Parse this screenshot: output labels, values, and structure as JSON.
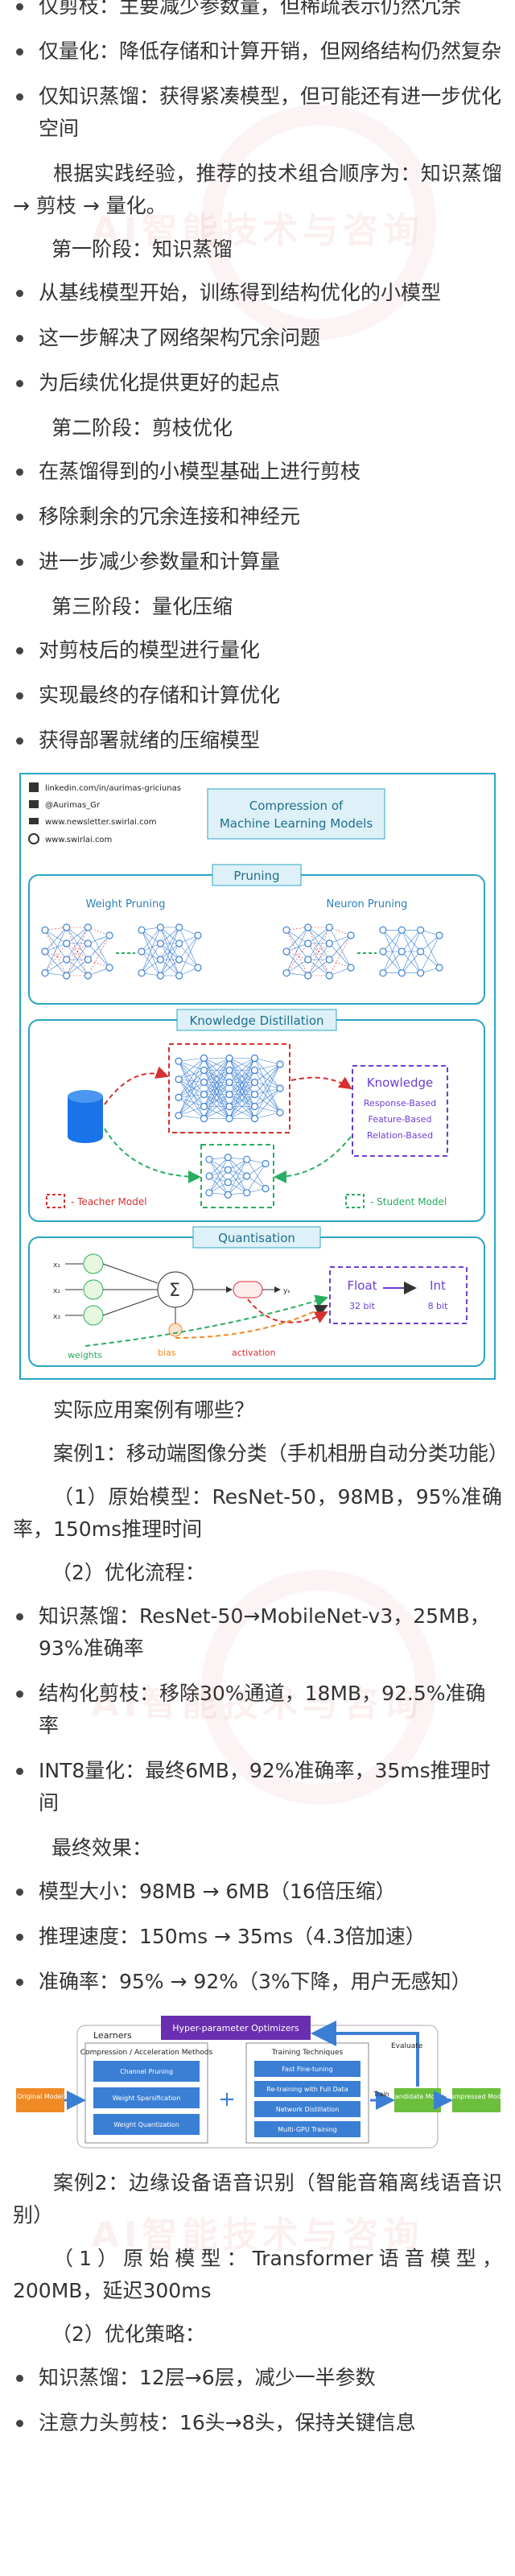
{
  "top_bullets": [
    "仅剪枝：主要减少参数量，但稀疏表示仍然冗余",
    "仅量化：降低存储和计算开销，但网络结构仍然复杂",
    "仅知识蒸馏：获得紧凑模型，但可能还有进一步优化空间"
  ],
  "order_para": "根据实践经验，推荐的技术组合顺序为：知识蒸馏 → 剪枝 → 量化。",
  "stage1": {
    "title": "第一阶段：知识蒸馏",
    "bullets": [
      "从基线模型开始，训练得到结构优化的小模型",
      "这一步解决了网络架构冗余问题",
      "为后续优化提供更好的起点"
    ]
  },
  "stage2": {
    "title": "第二阶段：剪枝优化",
    "bullets": [
      "在蒸馏得到的小模型基础上进行剪枝",
      "移除剩余的冗余连接和神经元",
      "进一步减少参数量和计算量"
    ]
  },
  "stage3": {
    "title": "第三阶段：量化压缩",
    "bullets": [
      "对剪枝后的模型进行量化",
      "实现最终的存储和计算优化",
      "获得部署就绪的压缩模型"
    ]
  },
  "figure1": {
    "credits": [
      "linkedin.com/in/aurimas-griciunas",
      "@Aurimas_Gr",
      "www.newsletter.swirlai.com",
      "www.swirlai.com"
    ],
    "title_line1": "Compression of",
    "title_line2": "Machine Learning Models",
    "pruning": {
      "title": "Pruning",
      "weight": "Weight Pruning",
      "neuron": "Neuron Pruning"
    },
    "kd": {
      "title": "Knowledge Distillation",
      "knowledge": "Knowledge",
      "items": [
        "Response-Based",
        "Feature-Based",
        "Relation-Based"
      ],
      "teacher": "- Teacher Model",
      "student": "- Student Model"
    },
    "quant": {
      "title": "Quantisation",
      "float_label": "Float",
      "float_bits": "32 bit",
      "int_label": "Int",
      "int_bits": "8 bit",
      "weights": "weights",
      "bias": "bias",
      "activation": "activation"
    }
  },
  "section_q": "实际应用案例有哪些？",
  "case1": {
    "title": "案例1：移动端图像分类（手机相册自动分类功能）",
    "original": "（1）原始模型：ResNet-50，98MB，95%准确率，150ms推理时间",
    "flow_title": "（2）优化流程：",
    "flow": [
      "知识蒸馏：ResNet-50→MobileNet-v3，25MB，93%准确率",
      "结构化剪枝：移除30%通道，18MB，92.5%准确率",
      "INT8量化：最终6MB，92%准确率，35ms推理时间"
    ],
    "effect_title": "最终效果：",
    "effects": [
      "模型大小：98MB → 6MB（16倍压缩）",
      "推理速度：150ms → 35ms（4.3倍加速）",
      "准确率：95% → 92%（3%下降，用户无感知）"
    ]
  },
  "figure2": {
    "optimizer": "Hyper-parameter Optimizers",
    "learners": "Learners",
    "methods_title": "Compression / Acceleration Methods",
    "methods": [
      "Channel Pruning",
      "Weight Sparsification",
      "Weight Quantization"
    ],
    "training_title": "Training Techniques",
    "techniques": [
      "Fast Fine-tuning",
      "Re-training with Full Data",
      "Network Distillation",
      "Multi-GPU Training"
    ],
    "original": "Original Model",
    "train": "Train",
    "evaluate": "Evaluate",
    "candidate": "Candidate Model",
    "compressed": "Compressed Model",
    "plus": "+"
  },
  "case2": {
    "title": "案例2：边缘设备语音识别（智能音箱离线语音识别）",
    "original": "（1）原始模型：Transformer语音模型，200MB，延迟300ms",
    "strategy_title": "（2）优化策略：",
    "strategies": [
      "知识蒸馏：12层→6层，减少一半参数",
      "注意力头剪枝：16头→8头，保持关键信息"
    ]
  },
  "watermark_text": "AI智能技术与咨询",
  "colors": {
    "accent": "#2aa6c4",
    "teacher": "#d63031",
    "student": "#27ae60",
    "knowledge": "#6c3fd1",
    "optimizer": "#6a2fb0",
    "blue_box": "#3b7fd4",
    "orange": "#f08a24",
    "green": "#6cbf3c"
  }
}
